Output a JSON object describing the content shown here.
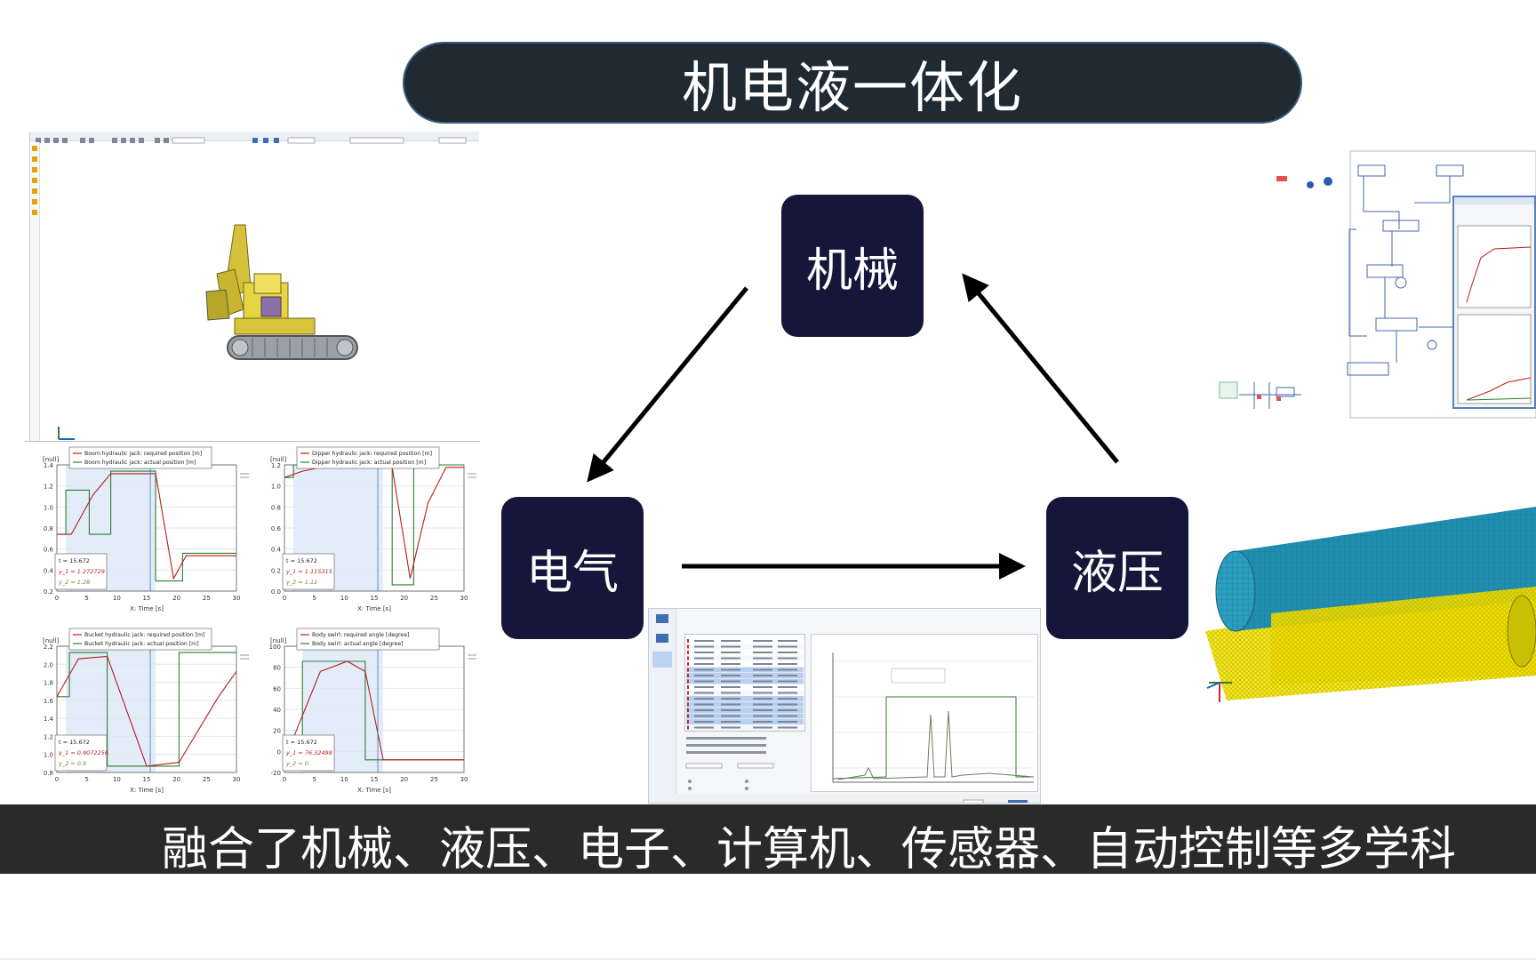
{
  "title": "机电液一体化",
  "nodes": {
    "mechanical": "机械",
    "electrical": "电气",
    "hydraulic": "液压"
  },
  "caption": "融合了机械、液压、电子、计算机、传感器、自动控制等多学科",
  "colors": {
    "title_bg": "#1f2a33",
    "node_bg": "#16163a",
    "caption_bg": "#2a2a2a",
    "required_line": "#2e7d32",
    "actual_line": "#b71c1c"
  },
  "plots": [
    {
      "yunit": "[null]",
      "legend": [
        "Boom hydraulic jack: required position [m]",
        "Boom hydraulic jack: actual position [m]"
      ],
      "yticks": [
        "1.4",
        "1.2",
        "1.0",
        "0.8",
        "0.6",
        "0.4",
        "0.2"
      ],
      "xticks": [
        "0",
        "5",
        "10",
        "15",
        "20",
        "25",
        "30"
      ],
      "xlabel": "X: Time [s]",
      "readout": [
        "t   = 15.672",
        "y_1 = 1.272729",
        "y_2 = 1.28"
      ]
    },
    {
      "yunit": "[null]",
      "legend": [
        "Dipper hydraulic jack: required position [m]",
        "Dipper hydraulic jack: actual position [m]"
      ],
      "yticks": [
        "1.2",
        "1.0",
        "0.8",
        "0.6",
        "0.4",
        "0.2",
        "0.0"
      ],
      "xticks": [
        "0",
        "5",
        "10",
        "15",
        "20",
        "25",
        "30"
      ],
      "xlabel": "X: Time [s]",
      "readout": [
        "t   = 15.672",
        "y_1 = 1.115315",
        "y_2 = 1.12"
      ]
    },
    {
      "yunit": "[null]",
      "legend": [
        "Bucket hydraulic jack: required position [m]",
        "Bucket hydraulic jack: actual position [m]"
      ],
      "yticks": [
        "2.2",
        "2.0",
        "1.8",
        "1.6",
        "1.4",
        "1.2",
        "1.0",
        "0.8"
      ],
      "xticks": [
        "0",
        "5",
        "10",
        "15",
        "20",
        "25",
        "30"
      ],
      "xlabel": "X: Time [s]",
      "readout": [
        "t   = 15.672",
        "y_1 = 0.9072256",
        "y_2 = 0.9"
      ]
    },
    {
      "yunit": "[null]",
      "legend": [
        "Body swirl: required angle [degree]",
        "Body swirl: actual angle [degree]"
      ],
      "yticks": [
        "100",
        "80",
        "60",
        "40",
        "20",
        "0",
        "-20"
      ],
      "xticks": [
        "0",
        "5",
        "10",
        "15",
        "20",
        "25",
        "30"
      ],
      "xlabel": "X: Time [s]",
      "readout": [
        "t   = 15.672",
        "y_1 = 76.32498",
        "y_2 = 0"
      ]
    }
  ]
}
